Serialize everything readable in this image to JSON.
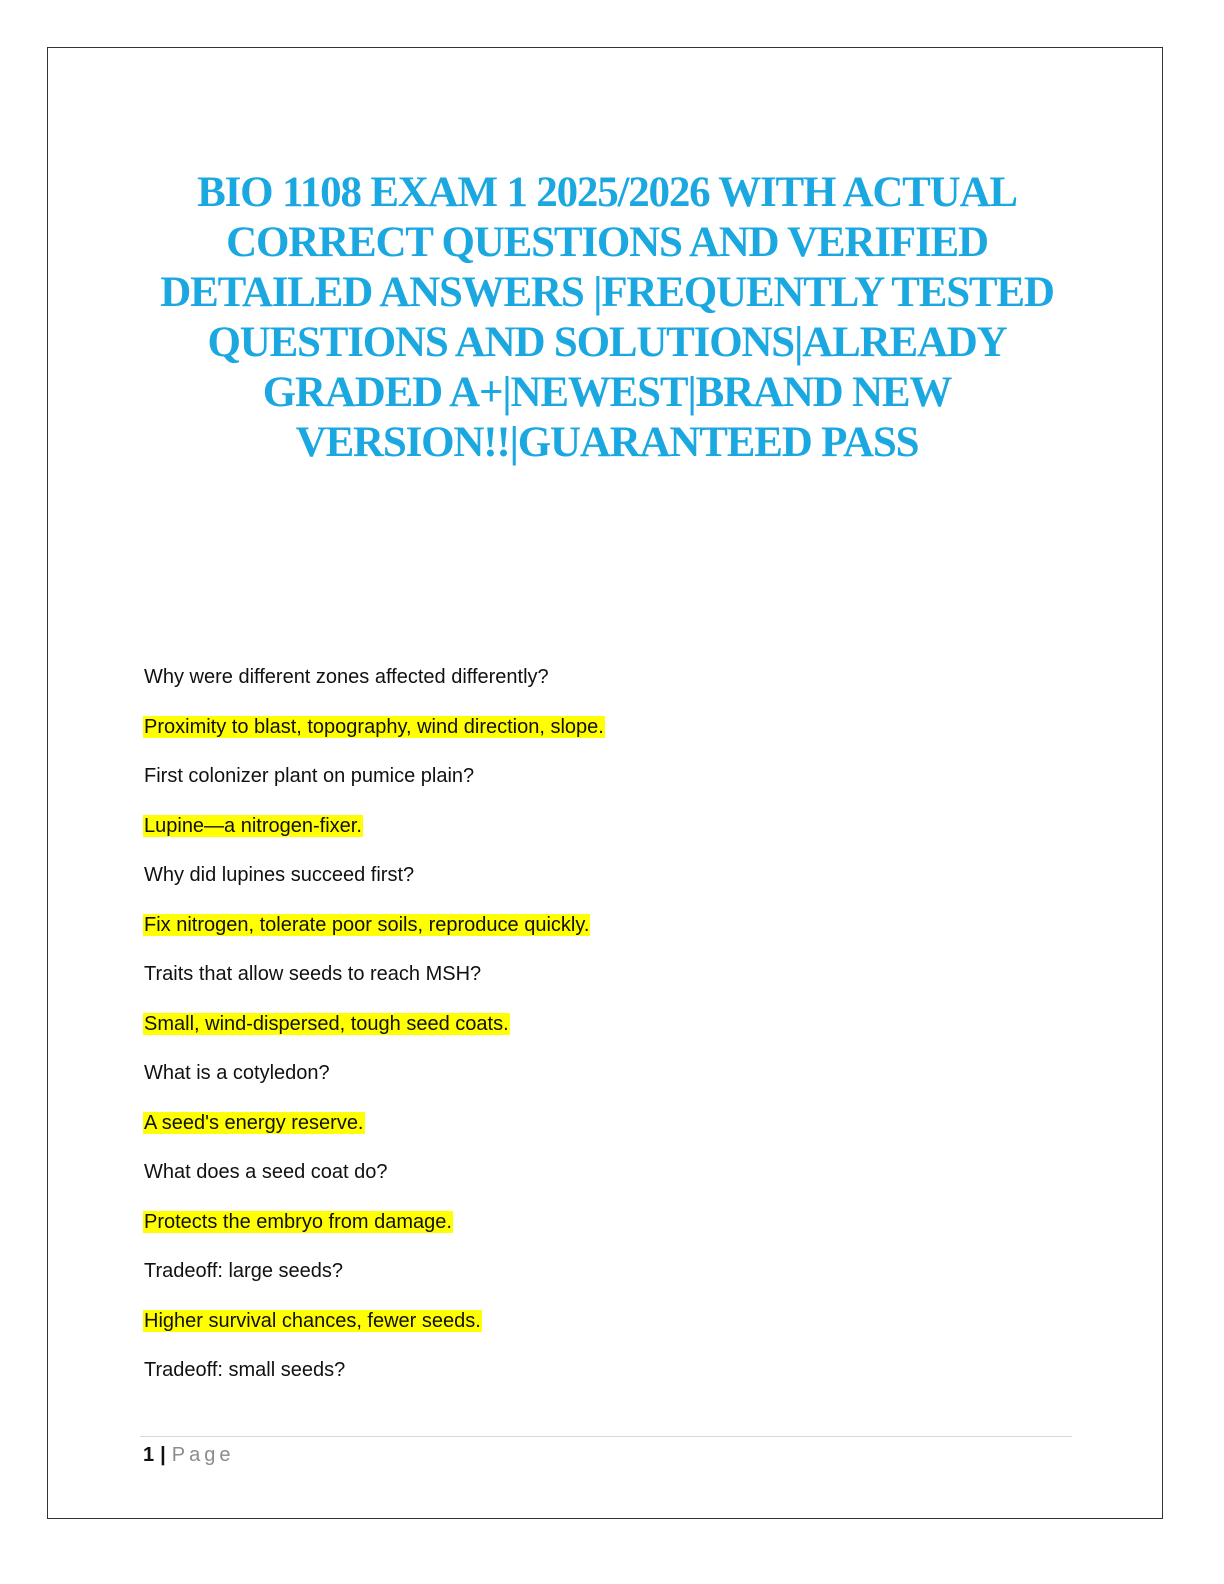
{
  "document": {
    "title": "BIO 1108 EXAM 1 2025/2026 WITH ACTUAL CORRECT QUESTIONS AND VERIFIED DETAILED ANSWERS |FREQUENTLY TESTED QUESTIONS AND SOLUTIONS|ALREADY GRADED A+|NEWEST|BRAND NEW VERSION!!|GUARANTEED PASS",
    "title_color": "#1ba8e0",
    "highlight_color": "#ffff00",
    "items": [
      {
        "question": "Why were different zones affected differently?",
        "answer": "Proximity to blast, topography, wind direction, slope."
      },
      {
        "question": "First colonizer plant on pumice plain?",
        "answer": "Lupine—a nitrogen-fixer."
      },
      {
        "question": "Why did lupines succeed first?",
        "answer": "Fix nitrogen, tolerate poor soils, reproduce quickly."
      },
      {
        "question": "Traits that allow seeds to reach MSH?",
        "answer": "Small, wind-dispersed, tough seed coats."
      },
      {
        "question": "What is a cotyledon?",
        "answer": "A seed's energy reserve."
      },
      {
        "question": "What does a seed coat do?",
        "answer": "Protects the embryo from damage."
      },
      {
        "question": "Tradeoff: large seeds?",
        "answer": "Higher survival chances, fewer seeds."
      },
      {
        "question": "Tradeoff: small seeds?",
        "answer": null
      }
    ]
  },
  "footer": {
    "page_number": "1",
    "separator": "|",
    "page_word": "Page"
  }
}
